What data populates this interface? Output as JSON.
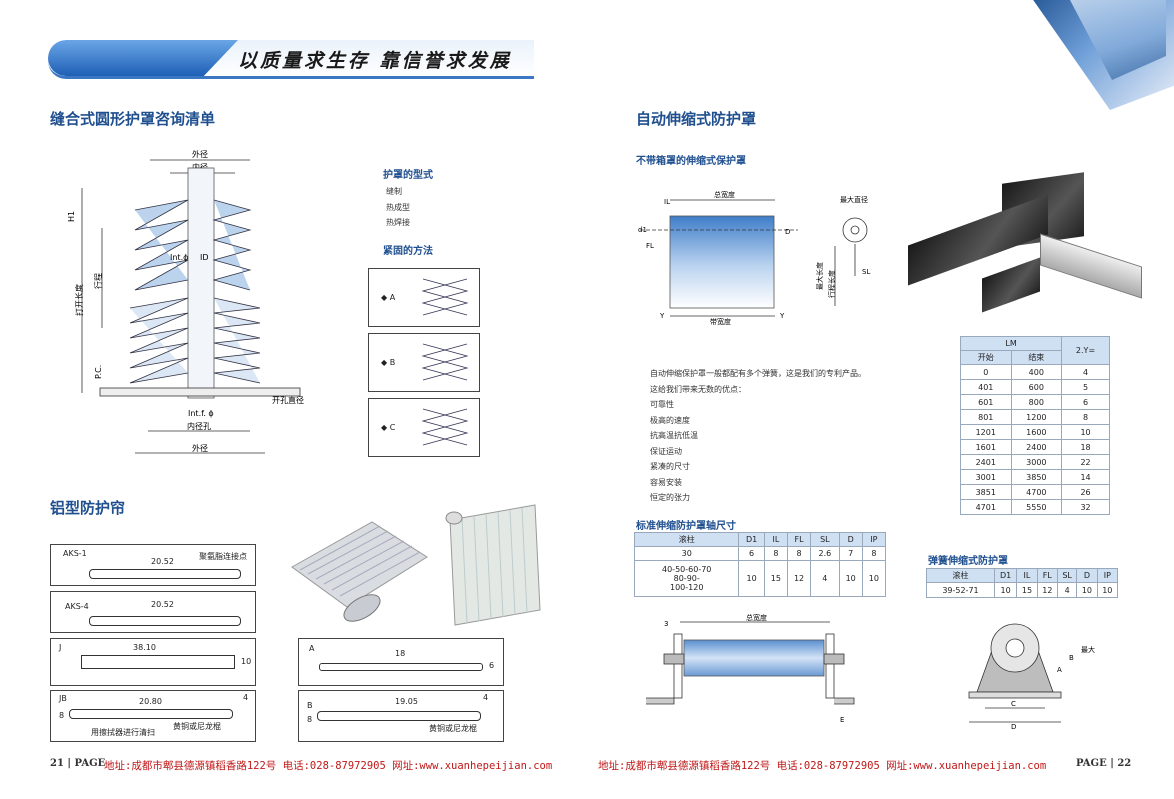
{
  "header": {
    "slogan": "以质量求生存 靠信誉求发展"
  },
  "left": {
    "section1_title": "缝合式圆形护罩咨询清单",
    "diagram_labels": {
      "outer_dia": "外径",
      "inner_dia": "内径",
      "h1": "H1",
      "open_len": "打开长度",
      "stroke": "行程",
      "pc": "P.C.",
      "int_phi": "Int.ϕ",
      "id": "ID",
      "intf": "Int.f. ϕ",
      "hole_dia": "开孔直径",
      "inner_hole": "内径孔",
      "outer_dia2": "外径"
    },
    "cover_type_title": "护罩的型式",
    "cover_types": [
      "缝制",
      "热成型",
      "热焊接"
    ],
    "fasten_title": "紧固的方法",
    "fasten_options": [
      "A",
      "B",
      "C"
    ],
    "section2_title": "铝型防护帘",
    "profiles": {
      "aks1": {
        "name": "AKS-1",
        "dim": "20.52",
        "note": "聚氨脂连接点"
      },
      "aks4": {
        "name": "AKS-4",
        "dim": "20.52"
      },
      "j": {
        "name": "J",
        "dim": "38.10",
        "dim2": "10"
      },
      "jb": {
        "name": "JB",
        "dim": "20.80",
        "dim2": "4",
        "dim3": "8",
        "note1": "用擦拭器进行清扫",
        "note2": "黄铜或尼龙棍"
      },
      "a": {
        "name": "A",
        "dim": "18",
        "dim2": "6"
      },
      "b": {
        "name": "B",
        "dim": "19.05",
        "dim2": "4",
        "dim3": "8",
        "note": "黄铜或尼龙棍"
      }
    },
    "page_label": "21",
    "page_word": "PAGE",
    "address": "地址:成都市郫县德源镇稻香路122号 电话:028-87972905 网址:www.xuanhepeijian.com"
  },
  "right": {
    "section1_title": "自动伸缩式防护罩",
    "subtitle": "不带箱罩的伸缩式保护罩",
    "diagram_labels": {
      "total_width": "总宽度",
      "belt_width": "带宽度",
      "max_dia": "最大直径",
      "max_len": "最大长度",
      "stroke_len": "行程长度",
      "il": "IL",
      "d1": "d1",
      "fl": "FL",
      "d": "D",
      "sl": "SL",
      "y": "Y"
    },
    "intro_lines": [
      "自动伸缩保护罩一般都配有多个弹簧，这是我们的专利产品。",
      "这给我们带来无数的优点：",
      "可靠性",
      "极高的速度",
      "抗高温抗低温",
      "保证运动",
      "紧凑的尺寸",
      "容易安装",
      "恒定的张力"
    ],
    "lm_table": {
      "header_lm": "LM",
      "header_y": "2.Y=",
      "header_start": "开始",
      "header_end": "结束",
      "rows": [
        [
          "0",
          "400",
          "4"
        ],
        [
          "401",
          "600",
          "5"
        ],
        [
          "601",
          "800",
          "6"
        ],
        [
          "801",
          "1200",
          "8"
        ],
        [
          "1201",
          "1600",
          "10"
        ],
        [
          "1601",
          "2400",
          "18"
        ],
        [
          "2401",
          "3000",
          "22"
        ],
        [
          "3001",
          "3850",
          "14"
        ],
        [
          "3851",
          "4700",
          "26"
        ],
        [
          "4701",
          "5550",
          "32"
        ]
      ]
    },
    "std_title": "标准伸缩防护罩轴尺寸",
    "std_table": {
      "headers": [
        "滚柱",
        "D1",
        "IL",
        "FL",
        "SL",
        "D",
        "IP"
      ],
      "rows": [
        [
          "30",
          "6",
          "8",
          "8",
          "2.6",
          "7",
          "8"
        ],
        [
          "40-50-60-70\n80-90-\n100-120",
          "10",
          "15",
          "12",
          "4",
          "10",
          "10"
        ]
      ]
    },
    "spring_title": "弹簧伸缩式防护罩",
    "spring_table": {
      "headers": [
        "滚柱",
        "D1",
        "IL",
        "FL",
        "SL",
        "D",
        "IP"
      ],
      "rows": [
        [
          "39-52-71",
          "10",
          "15",
          "12",
          "4",
          "10",
          "10"
        ]
      ]
    },
    "bottom_labels": {
      "total_width": "总宽度",
      "l3": "3",
      "a": "A",
      "b": "B",
      "c": "C",
      "d": "D",
      "e": "E",
      "max_h": "最大"
    },
    "page_label": "22",
    "page_word": "PAGE",
    "address": "地址:成都市郫县德源镇稻香路122号 电话:028-87972905 网址:www.xuanhepeijian.com"
  }
}
